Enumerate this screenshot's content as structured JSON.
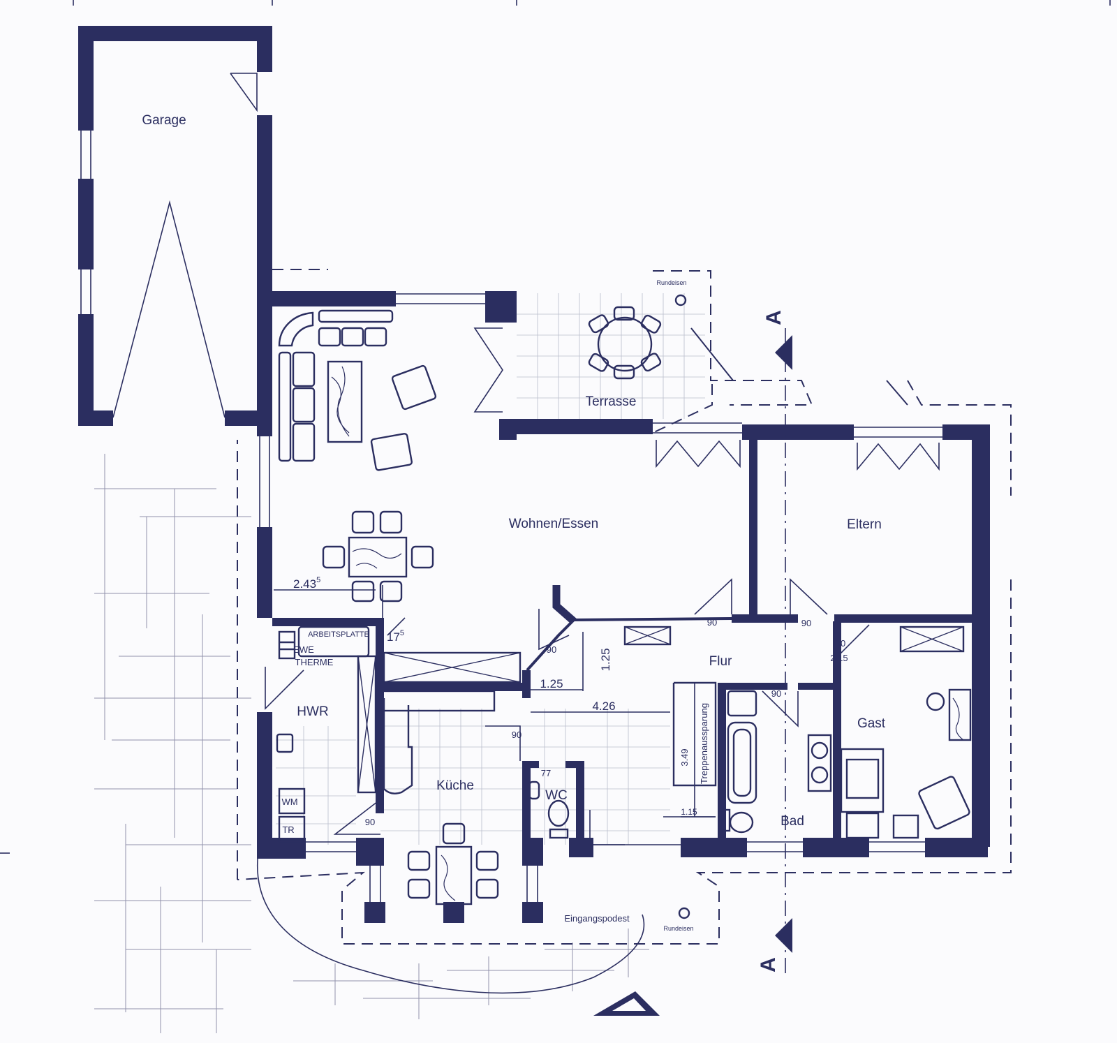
{
  "rooms": {
    "garage": "Garage",
    "terrasse": "Terrasse",
    "wohnen": "Wohnen/Essen",
    "eltern": "Eltern",
    "flur": "Flur",
    "hwr": "HWR",
    "kueche": "Küche",
    "wc": "WC",
    "bad": "Bad",
    "gast": "Gast"
  },
  "fixtures": {
    "arbeitsplatte": "ARBEITSPLATTE",
    "ewe": "EWE",
    "therme": "THERME",
    "wm": "WM",
    "tr": "TR",
    "treppenaussparung": "Treppenaussparung",
    "eingangspodest": "Eingangspodest",
    "rundeisen_top": "Rundeisen",
    "rundeisen_bottom": "Rundeisen"
  },
  "dimensions": {
    "d_243": "2.43",
    "d_243_sup": "5",
    "d_17": "17",
    "d_17_sup": "5",
    "d_90_kitchen_left": "90",
    "d_125_vertical": "1.25",
    "d_125": "1.25",
    "d_426": "4.26",
    "d_90_flur_a": "90",
    "d_90_flur_b": "90",
    "d_90_gast": "90",
    "d_215": "2.15",
    "d_90_bad": "90",
    "d_90_wc": "90",
    "d_77": "77",
    "d_349": "3.49",
    "d_115": "1.15",
    "d_90_kueche": "90"
  },
  "section_markers": {
    "top": "A",
    "bottom": "A"
  },
  "colors": {
    "ink": "#2b2e60",
    "paper": "#fbfbfd"
  }
}
